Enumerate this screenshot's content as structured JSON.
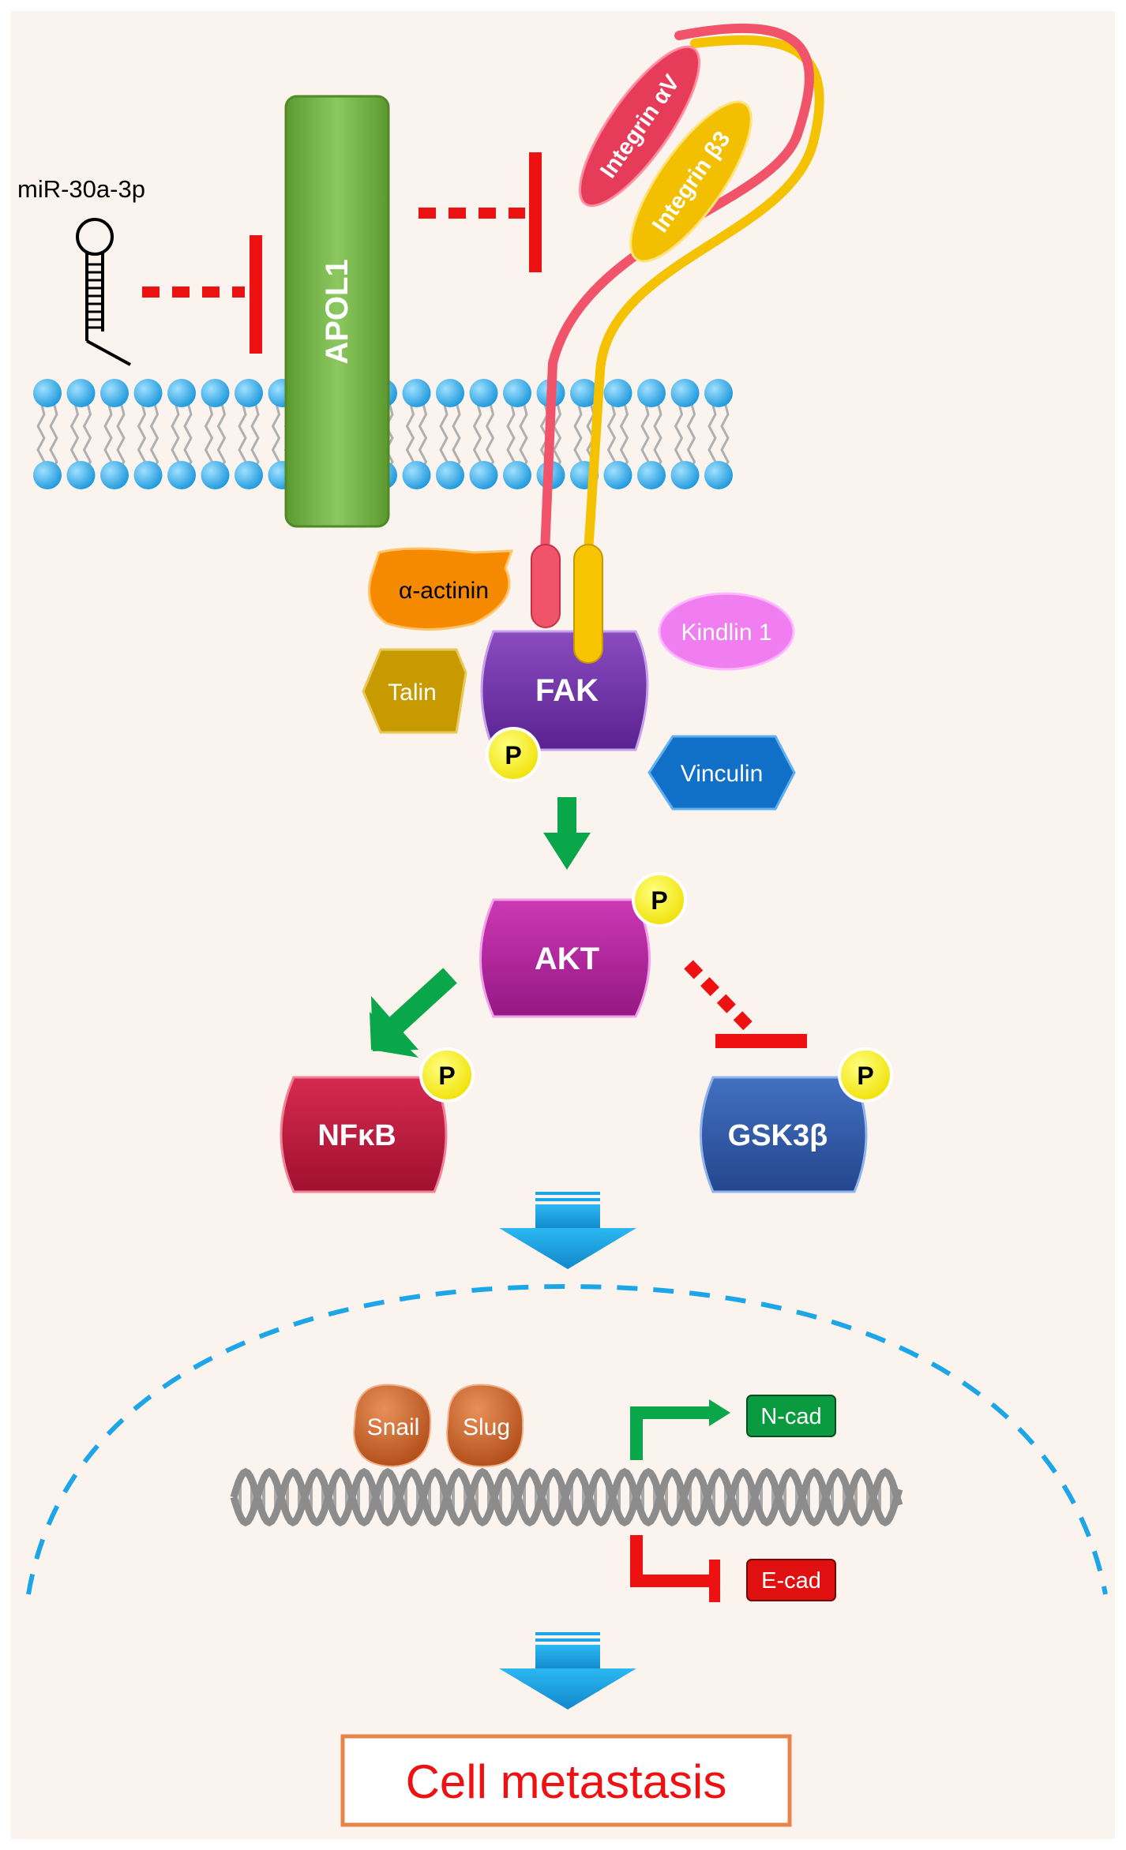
{
  "mirna": "miR-30a-3p",
  "apol1": "APOL1",
  "integrin_av": "Integrin αV",
  "integrin_b3": "Integrin β3",
  "alpha_actinin": "α-actinin",
  "talin": "Talin",
  "kindlin": "Kindlin 1",
  "vinculin": "Vinculin",
  "fak": "FAK",
  "akt": "AKT",
  "nfkb": "NFκB",
  "gsk3b": "GSK3β",
  "phospho": "P",
  "snail": "Snail",
  "slug": "Slug",
  "ncad": "N-cad",
  "ecad": "E-cad",
  "outcome": "Cell metastasis",
  "colors": {
    "inhibit": "#ee1111",
    "activate": "#0aa64a",
    "flow": "#1ca6e8",
    "apol1": "#6aaa3c",
    "fak": "#7032a0",
    "akt": "#b0209a",
    "nfkb": "#c0183c",
    "gsk3b": "#2f58a8",
    "membrane_head": "#2aa8e8",
    "background": "#fbf4ee"
  }
}
